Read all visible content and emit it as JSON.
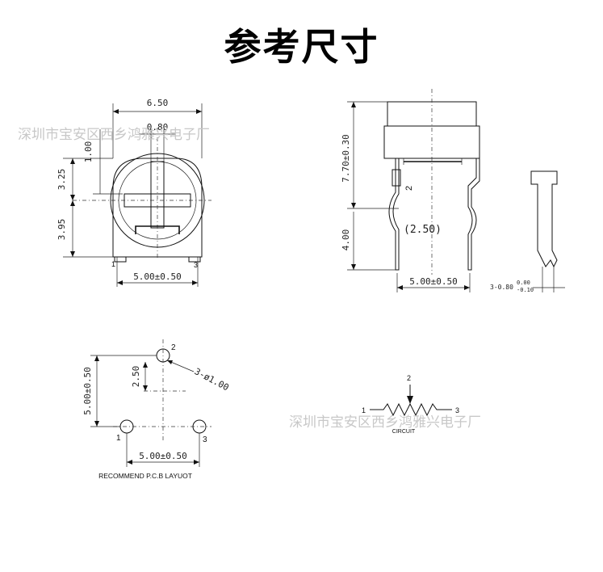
{
  "title": "参考尺寸",
  "watermark": "深圳市宝安区西乡鸿雅兴电子厂",
  "top_view": {
    "width": "6.50",
    "slot": "0.80",
    "top_offset": "1.00",
    "upper_height": "3.25",
    "lower_height": "3.95",
    "pin_spacing": "5.00±0.50",
    "pin_left": "1",
    "pin_right": "3"
  },
  "side_view": {
    "height": "7.70±0.30",
    "lead_height": "4.00",
    "pin_spacing": "5.00±0.50",
    "pin_center": "2",
    "lead_offset": "(2.50)",
    "pin_width_base": "3-0.80",
    "tol_plus": "0.00",
    "tol_minus": "-0.10"
  },
  "pcb_layout": {
    "height": "5.00±0.50",
    "offset": "2.50",
    "hole": "3-ø1.00",
    "spacing": "5.00±0.50",
    "pin1": "1",
    "pin2": "2",
    "pin3": "3",
    "caption": "RECOMMEND P.C.B LAYUOT"
  },
  "circuit": {
    "pin1": "1",
    "pin2": "2",
    "pin3": "3",
    "caption": "CIRCUIT"
  }
}
